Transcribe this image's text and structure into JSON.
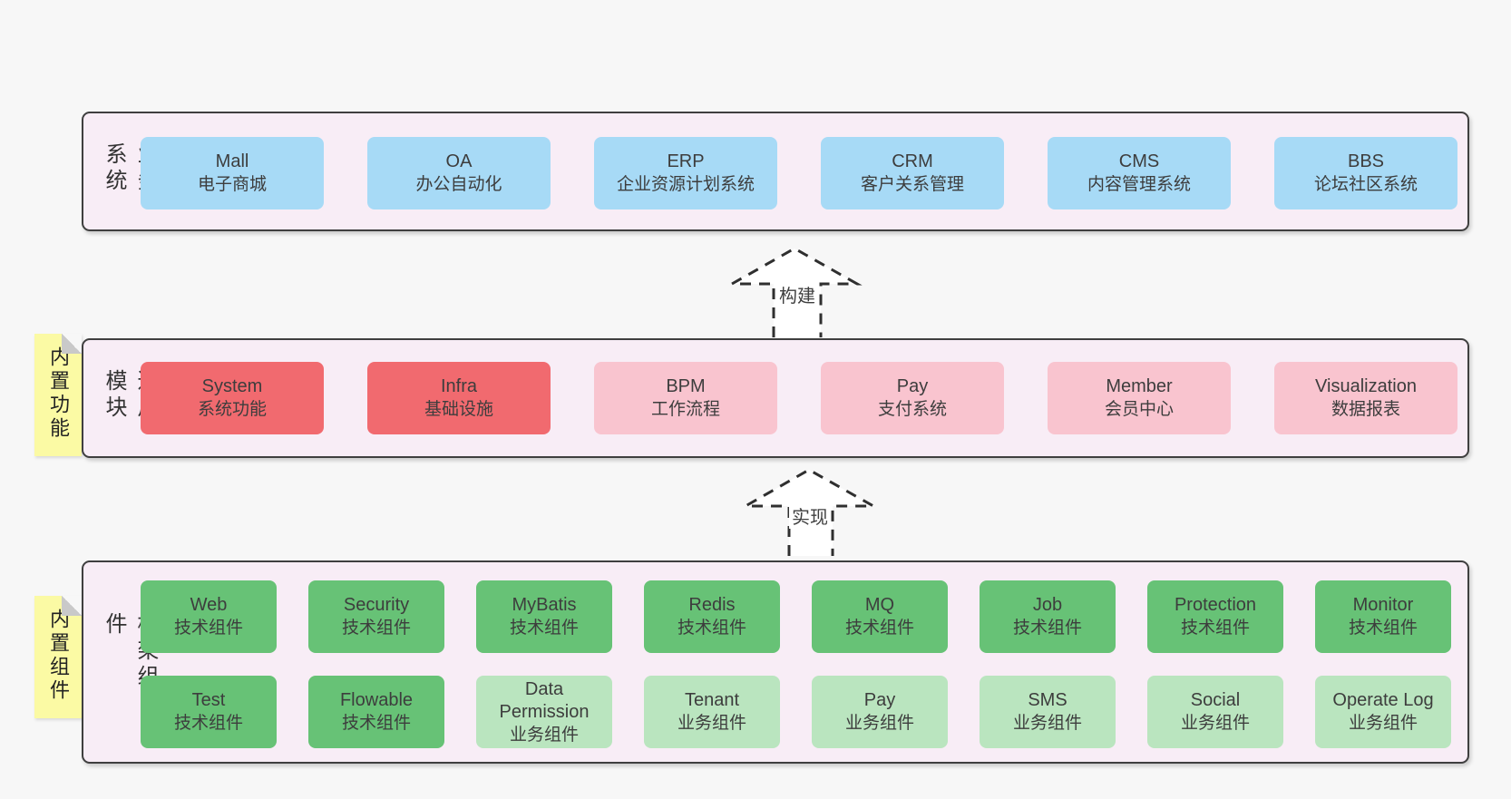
{
  "diagram": {
    "colors": {
      "page_bg": "#f7f7f7",
      "band_bg": "#f8edf6",
      "band_border": "#3f3f3f",
      "blue": "#a7daf6",
      "red": "#f16a6f",
      "pink": "#f9c4cf",
      "green": "#67c276",
      "green_light": "#bae5bf",
      "note_bg": "#fbfaa4",
      "text": "#3d3d3d"
    },
    "arrows": [
      {
        "label": "构建"
      },
      {
        "label": "实现"
      }
    ],
    "notes": [
      {
        "text": "内置功能"
      },
      {
        "text": "内置组件"
      }
    ],
    "bands": [
      {
        "label": "业务系统",
        "rows": [
          [
            {
              "en": "Mall",
              "zh": "电子商城",
              "color": "blue"
            },
            {
              "en": "OA",
              "zh": "办公自动化",
              "color": "blue"
            },
            {
              "en": "ERP",
              "zh": "企业资源计划系统",
              "color": "blue"
            },
            {
              "en": "CRM",
              "zh": "客户关系管理",
              "color": "blue"
            },
            {
              "en": "CMS",
              "zh": "内容管理系统",
              "color": "blue"
            },
            {
              "en": "BBS",
              "zh": "论坛社区系统",
              "color": "blue"
            }
          ]
        ]
      },
      {
        "label": "通用模块",
        "rows": [
          [
            {
              "en": "System",
              "zh": "系统功能",
              "color": "red"
            },
            {
              "en": "Infra",
              "zh": "基础设施",
              "color": "red"
            },
            {
              "en": "BPM",
              "zh": "工作流程",
              "color": "pink"
            },
            {
              "en": "Pay",
              "zh": "支付系统",
              "color": "pink"
            },
            {
              "en": "Member",
              "zh": "会员中心",
              "color": "pink"
            },
            {
              "en": "Visualization",
              "zh": "数据报表",
              "color": "pink"
            }
          ]
        ]
      },
      {
        "label": "框架组件",
        "rows": [
          [
            {
              "en": "Web",
              "zh": "技术组件",
              "color": "green"
            },
            {
              "en": "Security",
              "zh": "技术组件",
              "color": "green"
            },
            {
              "en": "MyBatis",
              "zh": "技术组件",
              "color": "green"
            },
            {
              "en": "Redis",
              "zh": "技术组件",
              "color": "green"
            },
            {
              "en": "MQ",
              "zh": "技术组件",
              "color": "green"
            },
            {
              "en": "Job",
              "zh": "技术组件",
              "color": "green"
            },
            {
              "en": "Protection",
              "zh": "技术组件",
              "color": "green"
            },
            {
              "en": "Monitor",
              "zh": "技术组件",
              "color": "green"
            }
          ],
          [
            {
              "en": "Test",
              "zh": "技术组件",
              "color": "green"
            },
            {
              "en": "Flowable",
              "zh": "技术组件",
              "color": "green"
            },
            {
              "en": "Data Permission",
              "zh": "业务组件",
              "color": "green_light"
            },
            {
              "en": "Tenant",
              "zh": "业务组件",
              "color": "green_light"
            },
            {
              "en": "Pay",
              "zh": "业务组件",
              "color": "green_light"
            },
            {
              "en": "SMS",
              "zh": "业务组件",
              "color": "green_light"
            },
            {
              "en": "Social",
              "zh": "业务组件",
              "color": "green_light"
            },
            {
              "en": "Operate Log",
              "zh": "业务组件",
              "color": "green_light"
            }
          ]
        ]
      }
    ]
  }
}
